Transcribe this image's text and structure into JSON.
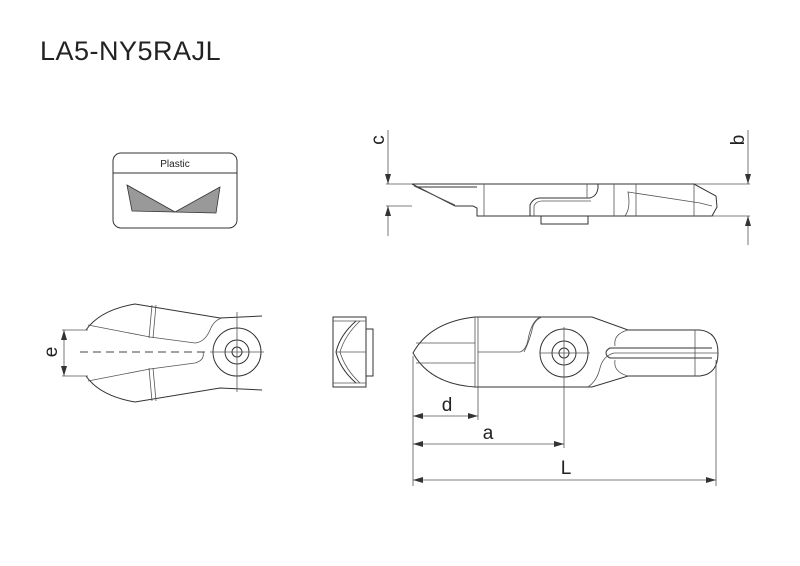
{
  "title": "LA5-NY5RAJL",
  "material_box": {
    "label": "Plastic",
    "blade_color": "#999999"
  },
  "dimensions": {
    "a": "a",
    "b": "b",
    "c": "c",
    "d": "d",
    "e": "e",
    "L": "L"
  }
}
